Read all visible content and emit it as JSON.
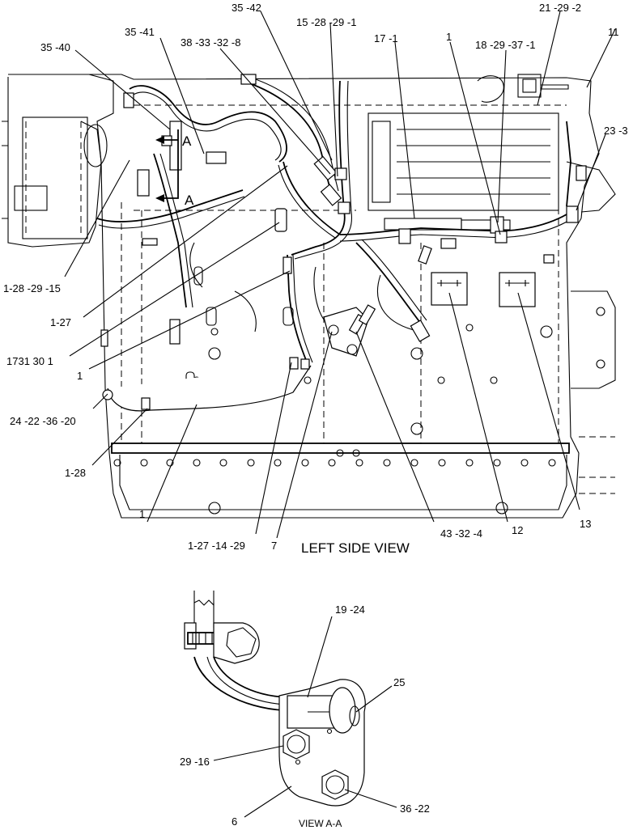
{
  "views": {
    "left_side": {
      "title": "LEFT SIDE VIEW"
    },
    "section": {
      "title": "VIEW A-A"
    }
  },
  "section_marker": "A",
  "callouts": {
    "c35_40": "35 -40",
    "c35_41": "35 -41",
    "c38_33_32_8": "38 -33 -32 -8",
    "c35_42": "35 -42",
    "c15_28_29_1": "15 -28 -29 -1",
    "c17_1": "17 -1",
    "c1_top": "1",
    "c18_29_37_1": "18 -29 -37 -1",
    "c21_29_2": "21 -29 -2",
    "c11": "11",
    "c23_3": "23 -3",
    "c1_28_29_15": "1-28 -29 -15",
    "c1_27_a": "1-27",
    "c1731_30_1": "1731  30  1",
    "c1_left": "1",
    "c24_22_36_20": "24 -22 -36 -20",
    "c1_28": "1-28",
    "c1_bottom": "1",
    "c1_27_14_29": "1-27 -14 -29",
    "c7": "7",
    "c43_32_4": "43 -32 -4",
    "c12": "12",
    "c13": "13",
    "c19_24": "19 -24",
    "c25": "25",
    "c29_16": "29 -16",
    "c6": "6",
    "c36_22": "36 -22"
  }
}
